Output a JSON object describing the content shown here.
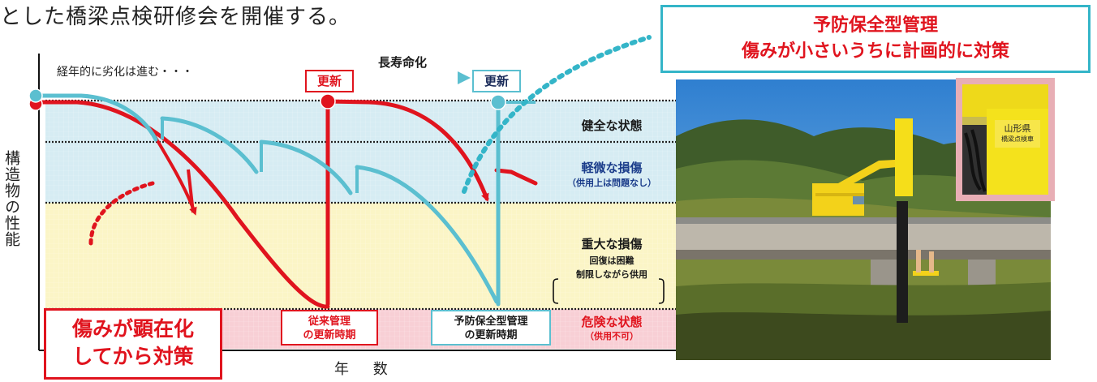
{
  "top_text": "とした橋梁点検研修会を開催する。",
  "headline": {
    "line1": "予防保全型管理",
    "line2": "傷みが小さいうちに計画的に対策"
  },
  "diagram": {
    "y_axis_label": "構造物の性能",
    "x_axis_label": "年 数",
    "aging_note": "経年的に劣化は進む・・・",
    "life_extension": "長寿命化",
    "renewal_red": "更新",
    "renewal_blue": "更新",
    "zones": {
      "healthy": "健全な状態",
      "minor": "軽微な損傷",
      "minor_sub": "（供用上は問題なし）",
      "serious": "重大な損傷",
      "serious_sub1": "回復は困難",
      "serious_sub2": "制限しながら供用",
      "danger": "危険な状態",
      "danger_sub": "（供用不可）"
    },
    "conventional_timing_line1": "従来管理",
    "conventional_timing_line2": "の更新時期",
    "preventive_timing_line1": "予防保全型管理",
    "preventive_timing_line2": "の更新時期",
    "reactive_line1": "傷みが顕在化",
    "reactive_line2": "してから対策",
    "colors": {
      "conventional": "#e0141e",
      "preventive": "#5bbfd0",
      "healthy_bg": "#d6ecf3",
      "serious_bg": "#fbf5c6",
      "danger_bg": "#f8cfd5"
    }
  },
  "photo": {
    "inset_sign_line1": "山形県",
    "inset_sign_line2": "橋梁点検車"
  }
}
